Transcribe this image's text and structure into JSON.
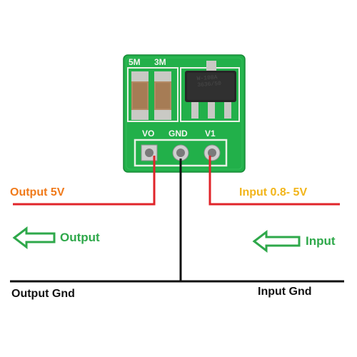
{
  "labels": {
    "output_5v": "Output 5V",
    "input_range": "Input 0.8- 5V",
    "output_arrow": "Output",
    "input_arrow": "Input",
    "output_gnd": "Output Gnd",
    "input_gnd": "Input Gnd"
  },
  "board": {
    "silk_cap_left": "5M",
    "silk_cap_right": "3M",
    "pin_vo": "VO",
    "pin_gnd": "GND",
    "pin_vi": "V1",
    "chip_marking": "W-108A\n3636/50"
  },
  "colors": {
    "pcb": "#22b04a",
    "positive_wire": "#e0242a",
    "ground_wire": "#111111",
    "arrow": "#2ea84a",
    "output_text": "#f07a1a",
    "input_text": "#f2b51a"
  }
}
